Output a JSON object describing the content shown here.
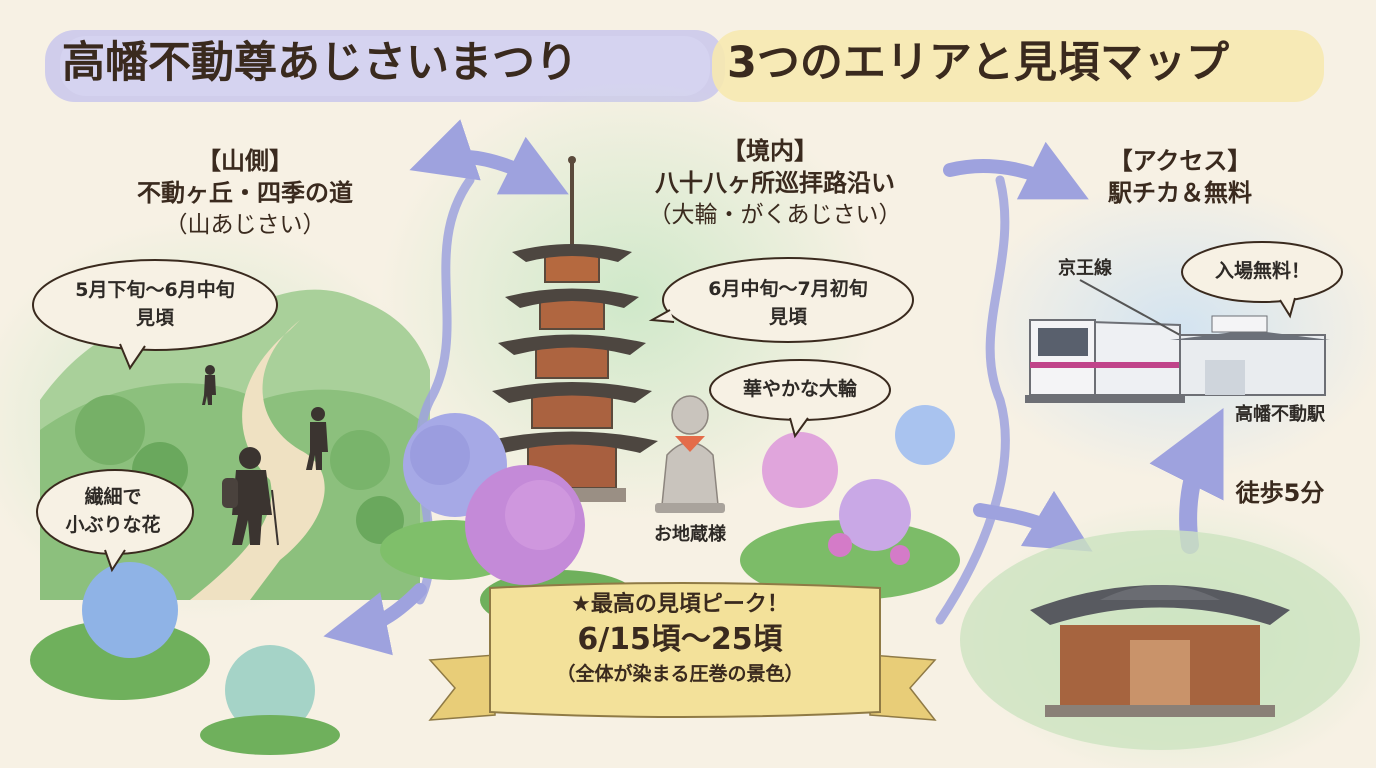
{
  "title": {
    "main": "高幡不動尊あじさいまつり",
    "sub": "3つのエリアと見頃マップ"
  },
  "mountain": {
    "bracket": "【山側】",
    "name": "不動ヶ丘・四季の道",
    "variety": "（山あじさい）",
    "season_line1": "5月下旬〜6月中旬",
    "season_line2": "見頃",
    "flower_line1": "繊細で",
    "flower_line2": "小ぶりな花"
  },
  "precinct": {
    "bracket": "【境内】",
    "name": "八十八ヶ所巡拝路沿い",
    "variety": "（大輪・がくあじさい）",
    "season_line1": "6月中旬〜7月初旬",
    "season_line2": "見頃",
    "flower_note": "華やかな大輪",
    "statue_label": "お地蔵様"
  },
  "access": {
    "bracket": "【アクセス】",
    "name": "駅チカ＆無料",
    "line_name": "京王線",
    "free_entry": "入場無料！",
    "station": "高幡不動駅",
    "walk": "徒歩5分"
  },
  "peak": {
    "line1": "★最高の見頃ピーク！",
    "line2": "6/15頃〜25頃",
    "line3": "（全体が染まる圧巻の景色）"
  },
  "colors": {
    "title_band_left": "#c9c7ec",
    "title_band_right": "#f6e9b0",
    "arrow": "#9ea2de",
    "hydrangea_blue": "#8fb3e6",
    "hydrangea_purple": "#b489d9",
    "hydrangea_pink": "#dc9fd9",
    "leaf_green": "#7fbf6a",
    "ribbon": "#f1dc8f",
    "train_stripe": "#c0448a"
  }
}
